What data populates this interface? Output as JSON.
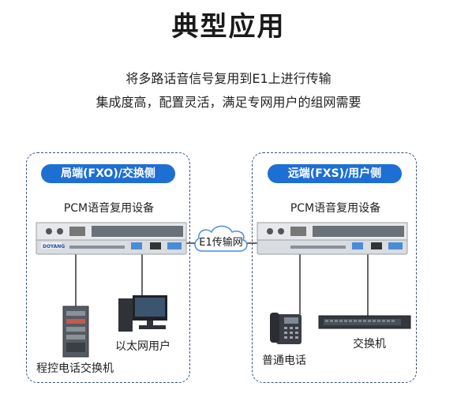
{
  "title": "典型应用",
  "subtitle_lines": [
    "将多路话音信号复用到E1上进行传输",
    "集成度高，配置灵活，满足专网用户的组网需要"
  ],
  "left_panel": {
    "header": "局端(FXO)/交换侧",
    "device_label": "PCM语音复用设备",
    "device_brand": "DOYANG",
    "endpoints": [
      "程控电话交换机",
      "以太网用户"
    ]
  },
  "right_panel": {
    "header": "远端(FXS)/用户侧",
    "device_label": "PCM语音复用设备",
    "endpoints": [
      "普通电话",
      "交换机"
    ]
  },
  "link_label": "E1传输网",
  "colors": {
    "accent": "#1e6fd4",
    "panel_border": "#3a4f8c",
    "device_body": "#d9dce0",
    "line": "#333333"
  }
}
